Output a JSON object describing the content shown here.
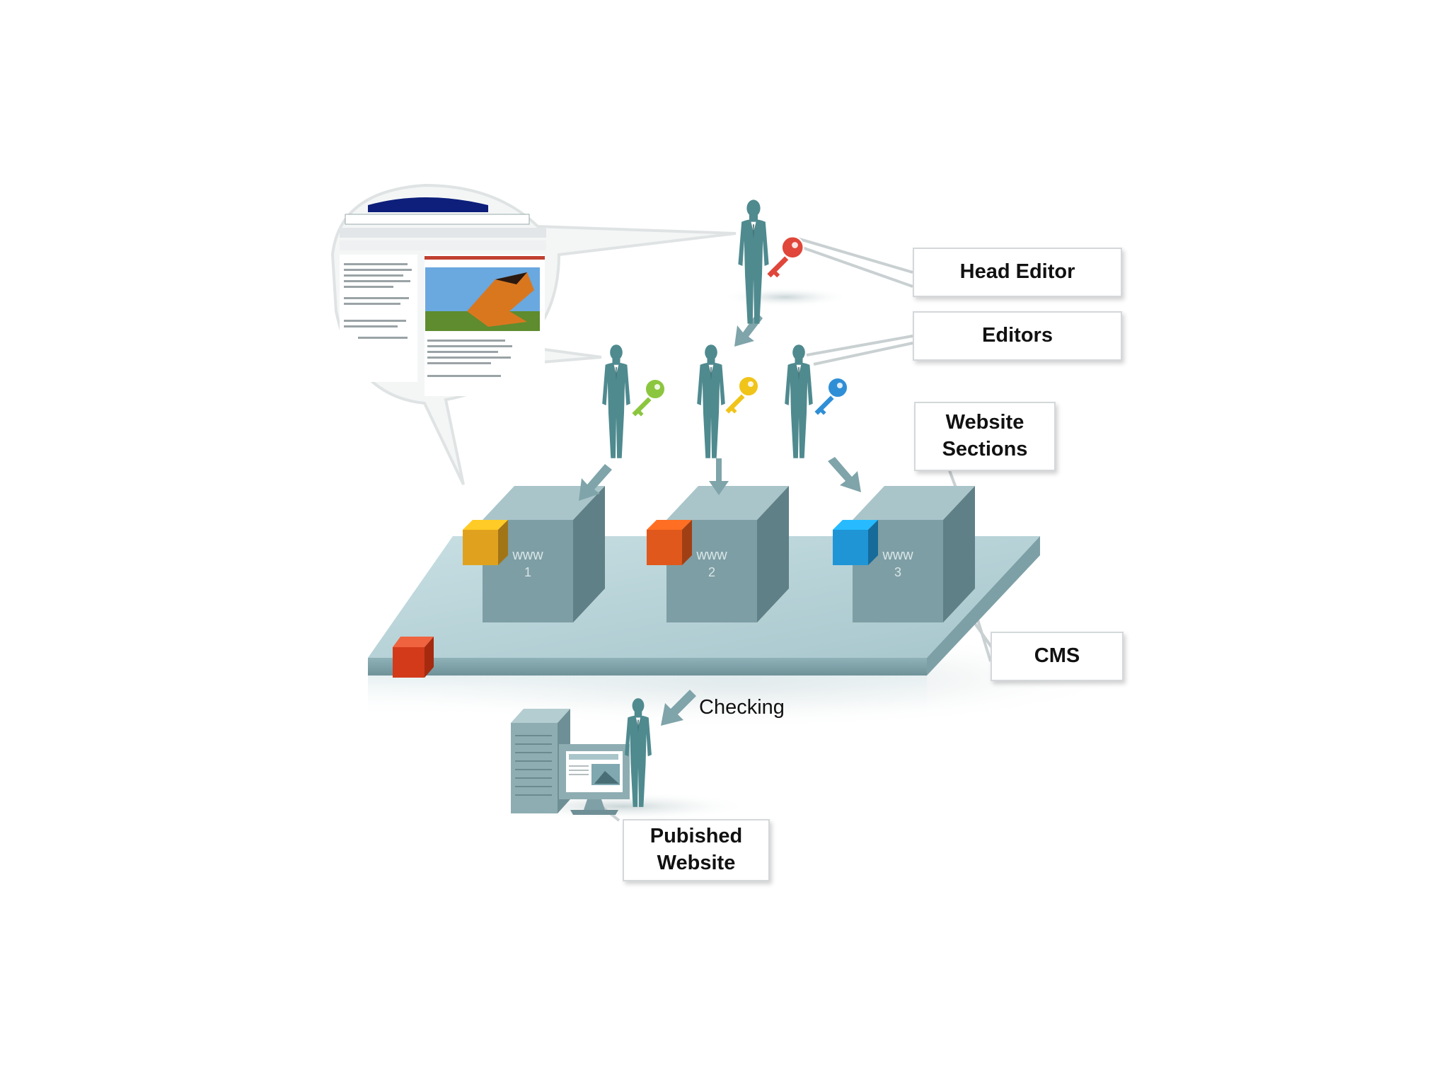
{
  "labels": {
    "head_editor": "Head Editor",
    "editors": "Editors",
    "website_sections_line1": "Website",
    "website_sections_line2": "Sections",
    "cms": "CMS",
    "checking": "Checking",
    "published_line1": "Pubished",
    "published_line2": "Website"
  },
  "sections": [
    {
      "text_line1": "www",
      "text_line2": "1",
      "cube_color": "#e0a21e"
    },
    {
      "text_line1": "www",
      "text_line2": "2",
      "cube_color": "#e0581c"
    },
    {
      "text_line1": "www",
      "text_line2": "3",
      "cube_color": "#1f95d6"
    }
  ],
  "colors": {
    "platform_top": "#b7d3d8",
    "platform_front": "#8fb3ba",
    "block_front": "#7d9ea4",
    "block_side": "#5f8086",
    "block_top": "#a9c5ca",
    "figure": "#4f8a8f",
    "key_head": "#e0463a",
    "key_green": "#8cc63f",
    "key_yellow": "#f0c419",
    "key_blue": "#2f8fd6",
    "red_cube": "#d23a1a"
  },
  "icons": [
    "person-icon",
    "key-icon",
    "server-icon",
    "monitor-icon",
    "arrow-icon",
    "butterfly-photo"
  ]
}
